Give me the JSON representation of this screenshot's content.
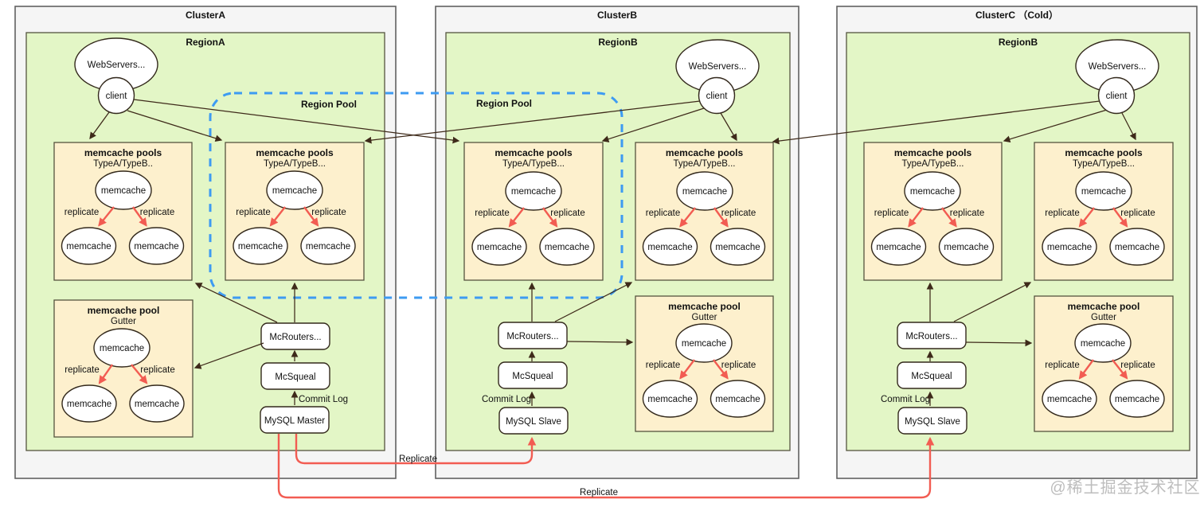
{
  "watermark": "@稀土掘金技术社区",
  "region_pool_labels": [
    "Region Pool",
    "Region Pool"
  ],
  "replicate_labels": [
    "Replicate",
    "Replicate"
  ],
  "colors": {
    "cluster_fill": "#f5f5f5",
    "cluster_border": "#616161",
    "region_fill": "#e3f6c6",
    "region_border": "#55543f",
    "pool_fill": "#fdf0cd",
    "pool_border": "#56533f",
    "node_fill": "#ffffff",
    "node_border": "#33291c",
    "arrow": "#3e2a1a",
    "replicate_red": "#f25c52",
    "region_pool_blue": "#3d9bf2",
    "text": "#111111",
    "watermark_gray": "#bdbdbd"
  },
  "clusters": [
    {
      "title": "ClusterA",
      "region": "RegionA",
      "webservers": "WebServers...",
      "client": "client",
      "pools": [
        {
          "title": "memcache pools",
          "subtitle": "TypeA/TypeB..",
          "nodes": [
            "memcache",
            "memcache",
            "memcache"
          ],
          "replicate": [
            "replicate",
            "replicate"
          ]
        },
        {
          "title": "memcache pools",
          "subtitle": "TypeA/TypeB...",
          "nodes": [
            "memcache",
            "memcache",
            "memcache"
          ],
          "replicate": [
            "replicate",
            "replicate"
          ]
        },
        {
          "title": "memcache pool",
          "subtitle": "Gutter",
          "nodes": [
            "memcache",
            "memcache",
            "memcache"
          ],
          "replicate": [
            "replicate",
            "replicate"
          ]
        }
      ],
      "stack": [
        "McRouters...",
        "McSqueal",
        "MySQL Master"
      ],
      "commit_log": "Commit Log"
    },
    {
      "title": "ClusterB",
      "region": "RegionB",
      "webservers": "WebServers...",
      "client": "client",
      "pools": [
        {
          "title": "memcache pools",
          "subtitle": "TypeA/TypeB...",
          "nodes": [
            "memcache",
            "memcache",
            "memcache"
          ],
          "replicate": [
            "replicate",
            "replicate"
          ]
        },
        {
          "title": "memcache pools",
          "subtitle": "TypeA/TypeB...",
          "nodes": [
            "memcache",
            "memcache",
            "memcache"
          ],
          "replicate": [
            "replicate",
            "replicate"
          ]
        },
        {
          "title": "memcache pool",
          "subtitle": "Gutter",
          "nodes": [
            "memcache",
            "memcache",
            "memcache"
          ],
          "replicate": [
            "replicate",
            "replicate"
          ]
        }
      ],
      "stack": [
        "McRouters...",
        "McSqueal",
        "MySQL Slave"
      ],
      "commit_log": "Commit Log"
    },
    {
      "title": "ClusterC （Cold）",
      "region": "RegionB",
      "webservers": "WebServers...",
      "client": "client",
      "pools": [
        {
          "title": "memcache pools",
          "subtitle": "TypeA/TypeB...",
          "nodes": [
            "memcache",
            "memcache",
            "memcache"
          ],
          "replicate": [
            "replicate",
            "replicate"
          ]
        },
        {
          "title": "memcache pools",
          "subtitle": "TypeA/TypeB...",
          "nodes": [
            "memcache",
            "memcache",
            "memcache"
          ],
          "replicate": [
            "replicate",
            "replicate"
          ]
        },
        {
          "title": "memcache pool",
          "subtitle": "Gutter",
          "nodes": [
            "memcache",
            "memcache",
            "memcache"
          ],
          "replicate": [
            "replicate",
            "replicate"
          ]
        }
      ],
      "stack": [
        "McRouters...",
        "McSqueal",
        "MySQL Slave"
      ],
      "commit_log": "Commit Log"
    }
  ]
}
